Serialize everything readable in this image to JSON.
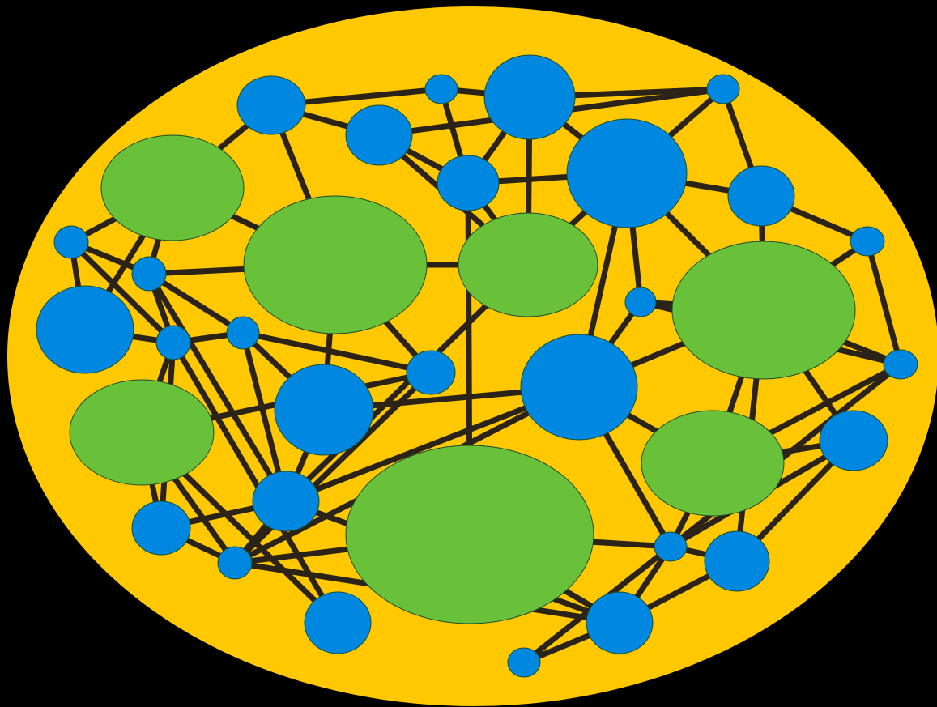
{
  "colors": {
    "background": "#000000",
    "container_fill": "#ffc800",
    "edge": "#2b2318",
    "node_blue": "#0088e0",
    "node_green": "#69c13a",
    "node_outline": "#1a4d2e"
  },
  "nodes": [
    {
      "id": "b1",
      "kind": "blue"
    },
    {
      "id": "b2",
      "kind": "blue"
    },
    {
      "id": "b3",
      "kind": "blue"
    },
    {
      "id": "b4",
      "kind": "blue"
    },
    {
      "id": "b5",
      "kind": "blue"
    },
    {
      "id": "b6",
      "kind": "blue"
    },
    {
      "id": "b7",
      "kind": "blue"
    },
    {
      "id": "b8",
      "kind": "blue"
    },
    {
      "id": "b9",
      "kind": "blue"
    },
    {
      "id": "b10",
      "kind": "blue"
    },
    {
      "id": "b11",
      "kind": "blue"
    },
    {
      "id": "b12",
      "kind": "blue"
    },
    {
      "id": "b13",
      "kind": "blue"
    },
    {
      "id": "b14",
      "kind": "blue"
    },
    {
      "id": "b15",
      "kind": "blue"
    },
    {
      "id": "b16",
      "kind": "blue"
    },
    {
      "id": "b17",
      "kind": "blue"
    },
    {
      "id": "b18",
      "kind": "blue"
    },
    {
      "id": "b19",
      "kind": "blue"
    },
    {
      "id": "b20",
      "kind": "blue"
    },
    {
      "id": "b21",
      "kind": "blue"
    },
    {
      "id": "b22",
      "kind": "blue"
    },
    {
      "id": "b23",
      "kind": "blue"
    },
    {
      "id": "b24",
      "kind": "blue"
    },
    {
      "id": "b25",
      "kind": "blue"
    },
    {
      "id": "b26",
      "kind": "blue"
    },
    {
      "id": "b27",
      "kind": "blue"
    },
    {
      "id": "b28",
      "kind": "blue"
    },
    {
      "id": "g1",
      "kind": "green"
    },
    {
      "id": "g2",
      "kind": "green"
    },
    {
      "id": "g3",
      "kind": "green"
    },
    {
      "id": "g4",
      "kind": "green"
    },
    {
      "id": "g5",
      "kind": "green"
    },
    {
      "id": "g6",
      "kind": "green"
    },
    {
      "id": "g7",
      "kind": "green"
    }
  ],
  "edges": [
    [
      "b1",
      "b2"
    ],
    [
      "b2",
      "b3"
    ],
    [
      "b3",
      "b4"
    ],
    [
      "b1",
      "g1"
    ],
    [
      "b1",
      "b5"
    ],
    [
      "b1",
      "g2"
    ],
    [
      "b5",
      "g3"
    ],
    [
      "b5",
      "b6"
    ],
    [
      "b2",
      "b6"
    ],
    [
      "b6",
      "g3"
    ],
    [
      "b3",
      "b7"
    ],
    [
      "b3",
      "b6"
    ],
    [
      "b4",
      "b7"
    ],
    [
      "b4",
      "b8"
    ],
    [
      "b8",
      "b9"
    ],
    [
      "b7",
      "b8"
    ],
    [
      "b7",
      "b6"
    ],
    [
      "b7",
      "g3"
    ],
    [
      "b7",
      "b13"
    ],
    [
      "b7",
      "b14"
    ],
    [
      "b7",
      "g4"
    ],
    [
      "b8",
      "g4"
    ],
    [
      "b9",
      "g4"
    ],
    [
      "b9",
      "b15"
    ],
    [
      "g1",
      "b10"
    ],
    [
      "g1",
      "b11"
    ],
    [
      "g1",
      "b12"
    ],
    [
      "g1",
      "g2"
    ],
    [
      "b10",
      "b12"
    ],
    [
      "b10",
      "b11"
    ],
    [
      "b11",
      "g2"
    ],
    [
      "b12",
      "b16"
    ],
    [
      "b11",
      "b16"
    ],
    [
      "b10",
      "b16"
    ],
    [
      "b16",
      "b23"
    ],
    [
      "b16",
      "b21"
    ],
    [
      "b16",
      "g5"
    ],
    [
      "b11",
      "b17"
    ],
    [
      "b16",
      "b17"
    ],
    [
      "b17",
      "b18"
    ],
    [
      "b17",
      "b19"
    ],
    [
      "b18",
      "g2"
    ],
    [
      "b18",
      "b22"
    ],
    [
      "b19",
      "b20"
    ],
    [
      "b20",
      "g3"
    ],
    [
      "b20",
      "b22"
    ],
    [
      "b19",
      "b13"
    ],
    [
      "b13",
      "g7"
    ],
    [
      "b13",
      "b14"
    ],
    [
      "b13",
      "b26"
    ],
    [
      "b13",
      "g4"
    ],
    [
      "b14",
      "g4"
    ],
    [
      "b14",
      "b15"
    ],
    [
      "g4",
      "g7"
    ],
    [
      "g4",
      "b28"
    ],
    [
      "g4",
      "b27"
    ],
    [
      "g4",
      "b15"
    ],
    [
      "g7",
      "b15"
    ],
    [
      "g7",
      "b26"
    ],
    [
      "g7",
      "b28"
    ],
    [
      "b15",
      "b26"
    ],
    [
      "b28",
      "b26"
    ],
    [
      "b28",
      "b27"
    ],
    [
      "b27",
      "b26"
    ],
    [
      "b26",
      "b24"
    ],
    [
      "b26",
      "b25"
    ],
    [
      "b26",
      "g6"
    ],
    [
      "b24",
      "g6"
    ],
    [
      "b24",
      "b22"
    ],
    [
      "b23",
      "g5"
    ],
    [
      "b21",
      "g5"
    ],
    [
      "b21",
      "b22"
    ],
    [
      "b22",
      "g5"
    ],
    [
      "b22",
      "g6"
    ],
    [
      "b20",
      "b21"
    ],
    [
      "b20",
      "b13"
    ],
    [
      "b19",
      "g2"
    ],
    [
      "b22",
      "b13"
    ],
    [
      "b6",
      "g6"
    ],
    [
      "g6",
      "b24"
    ],
    [
      "b25",
      "b24"
    ],
    [
      "b3",
      "g3"
    ],
    [
      "b18",
      "g5"
    ],
    [
      "g2",
      "g3"
    ],
    [
      "b20",
      "b24"
    ],
    [
      "b17",
      "b20"
    ],
    [
      "b24",
      "b27"
    ],
    [
      "b5",
      "b4"
    ],
    [
      "b11",
      "b20"
    ]
  ]
}
